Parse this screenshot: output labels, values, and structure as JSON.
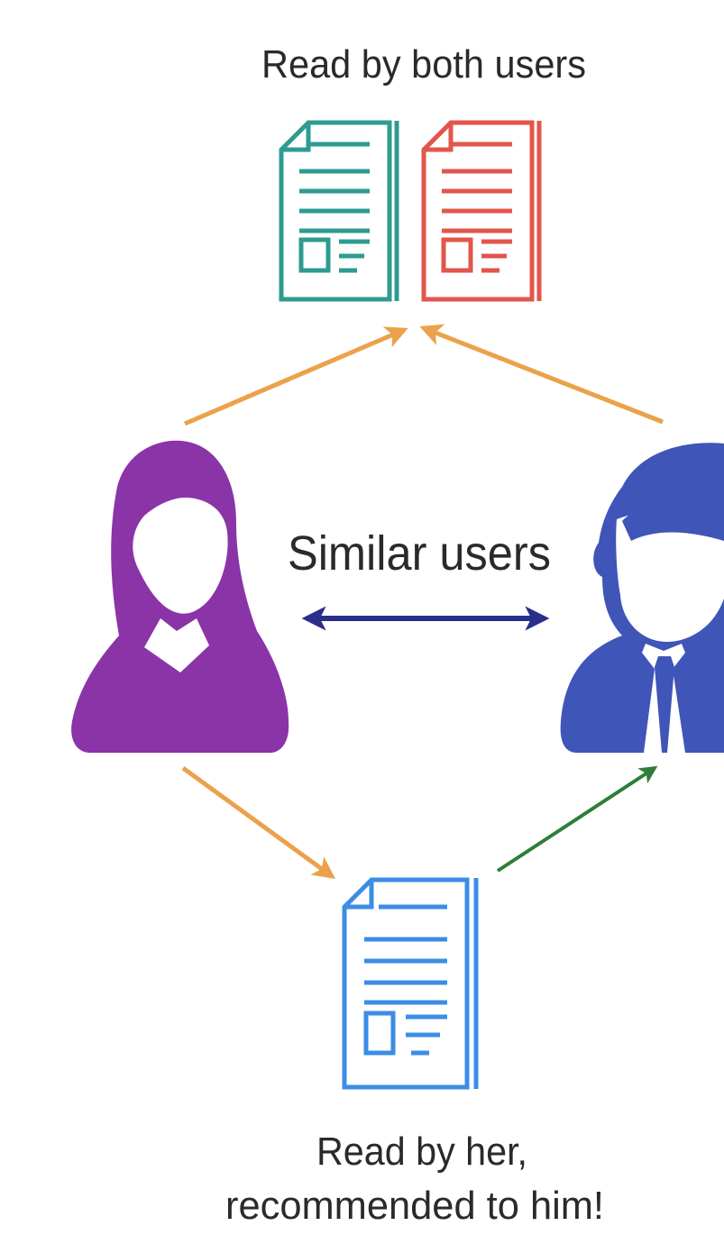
{
  "labels": {
    "top": "Read by both users",
    "middle": "Similar users",
    "bottom_line1": "Read by her,",
    "bottom_line2": "recommended to him!"
  },
  "nodes": {
    "doc_shared_left": {
      "icon": "document-icon",
      "color": "#2e9b90"
    },
    "doc_shared_right": {
      "icon": "document-icon",
      "color": "#e2564b"
    },
    "doc_recommended": {
      "icon": "document-icon",
      "color": "#3b8de6"
    },
    "user_her": {
      "icon": "woman-user-icon",
      "color": "#8a34a8"
    },
    "user_him": {
      "icon": "man-user-icon",
      "color": "#3f55b8"
    }
  },
  "edges": [
    {
      "from": "user_her",
      "to": "shared_documents",
      "color": "#eba24a"
    },
    {
      "from": "user_him",
      "to": "shared_documents",
      "color": "#eba24a"
    },
    {
      "from": "user_her",
      "to": "user_him",
      "color": "#2a2f8a",
      "bidirectional": true
    },
    {
      "from": "user_her",
      "to": "doc_recommended",
      "color": "#eba24a"
    },
    {
      "from": "doc_recommended",
      "to": "user_him",
      "color": "#2f7d3a"
    }
  ]
}
